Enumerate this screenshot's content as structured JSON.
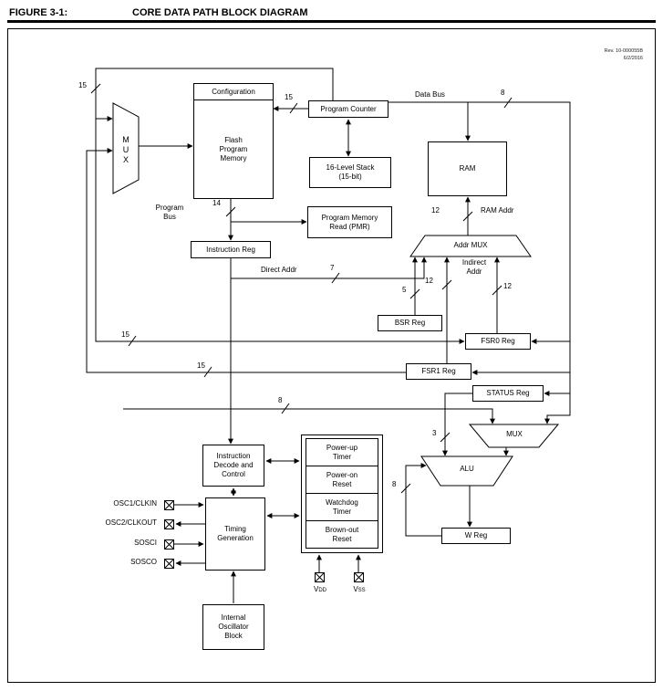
{
  "figure": {
    "label": "FIGURE 3-1:",
    "title": "CORE DATA PATH BLOCK DIAGRAM",
    "revision": "Rev. 10-000055B",
    "revision_date": "6/2/2016"
  },
  "blocks": {
    "configuration": "Configuration",
    "flash": "Flash\nProgram\nMemory",
    "mux_left": "MUX",
    "program_counter": "Program Counter",
    "stack": "16-Level Stack\n(15-bit)",
    "ram": "RAM",
    "pmr": "Program Memory\nRead (PMR)",
    "instruction_reg": "Instruction Reg",
    "addr_mux": "Addr MUX",
    "bsr": "BSR Reg",
    "fsr0": "FSR0 Reg",
    "fsr1": "FSR1 Reg",
    "status": "STATUS Reg",
    "mux_right": "MUX",
    "alu": "ALU",
    "wreg": "W Reg",
    "idc": "Instruction\nDecode and\nControl",
    "timing": "Timing\nGeneration",
    "int_osc": "Internal\nOscillator\nBlock",
    "timers": [
      "Power-up\nTimer",
      "Power-on\nReset",
      "Watchdog\nTimer",
      "Brown-out\nReset"
    ]
  },
  "labels": {
    "data_bus": "Data Bus",
    "program_bus": "Program\nBus",
    "ram_addr": "RAM Addr",
    "direct_addr": "Direct Addr",
    "indirect_addr": "Indirect\nAddr"
  },
  "bus_widths": {
    "pc_mux": "15",
    "pc_flash": "15",
    "data_bus": "8",
    "program_bus": "14",
    "ram_addr": "12",
    "direct_addr": "7",
    "bsr": "5",
    "indirect_fsr1": "12",
    "indirect_fsr0": "12",
    "fsr0_bus": "15",
    "fsr1_bus": "15",
    "data_mid": "8",
    "status_alu": "3",
    "wreg_alu": "8"
  },
  "pins": {
    "osc1": "OSC1/CLKIN",
    "osc2": "OSC2/CLKOUT",
    "sosci": "SOSCI",
    "sosco": "SOSCO",
    "vdd": {
      "name": "V",
      "sub": "DD"
    },
    "vss": {
      "name": "V",
      "sub": "SS"
    }
  }
}
